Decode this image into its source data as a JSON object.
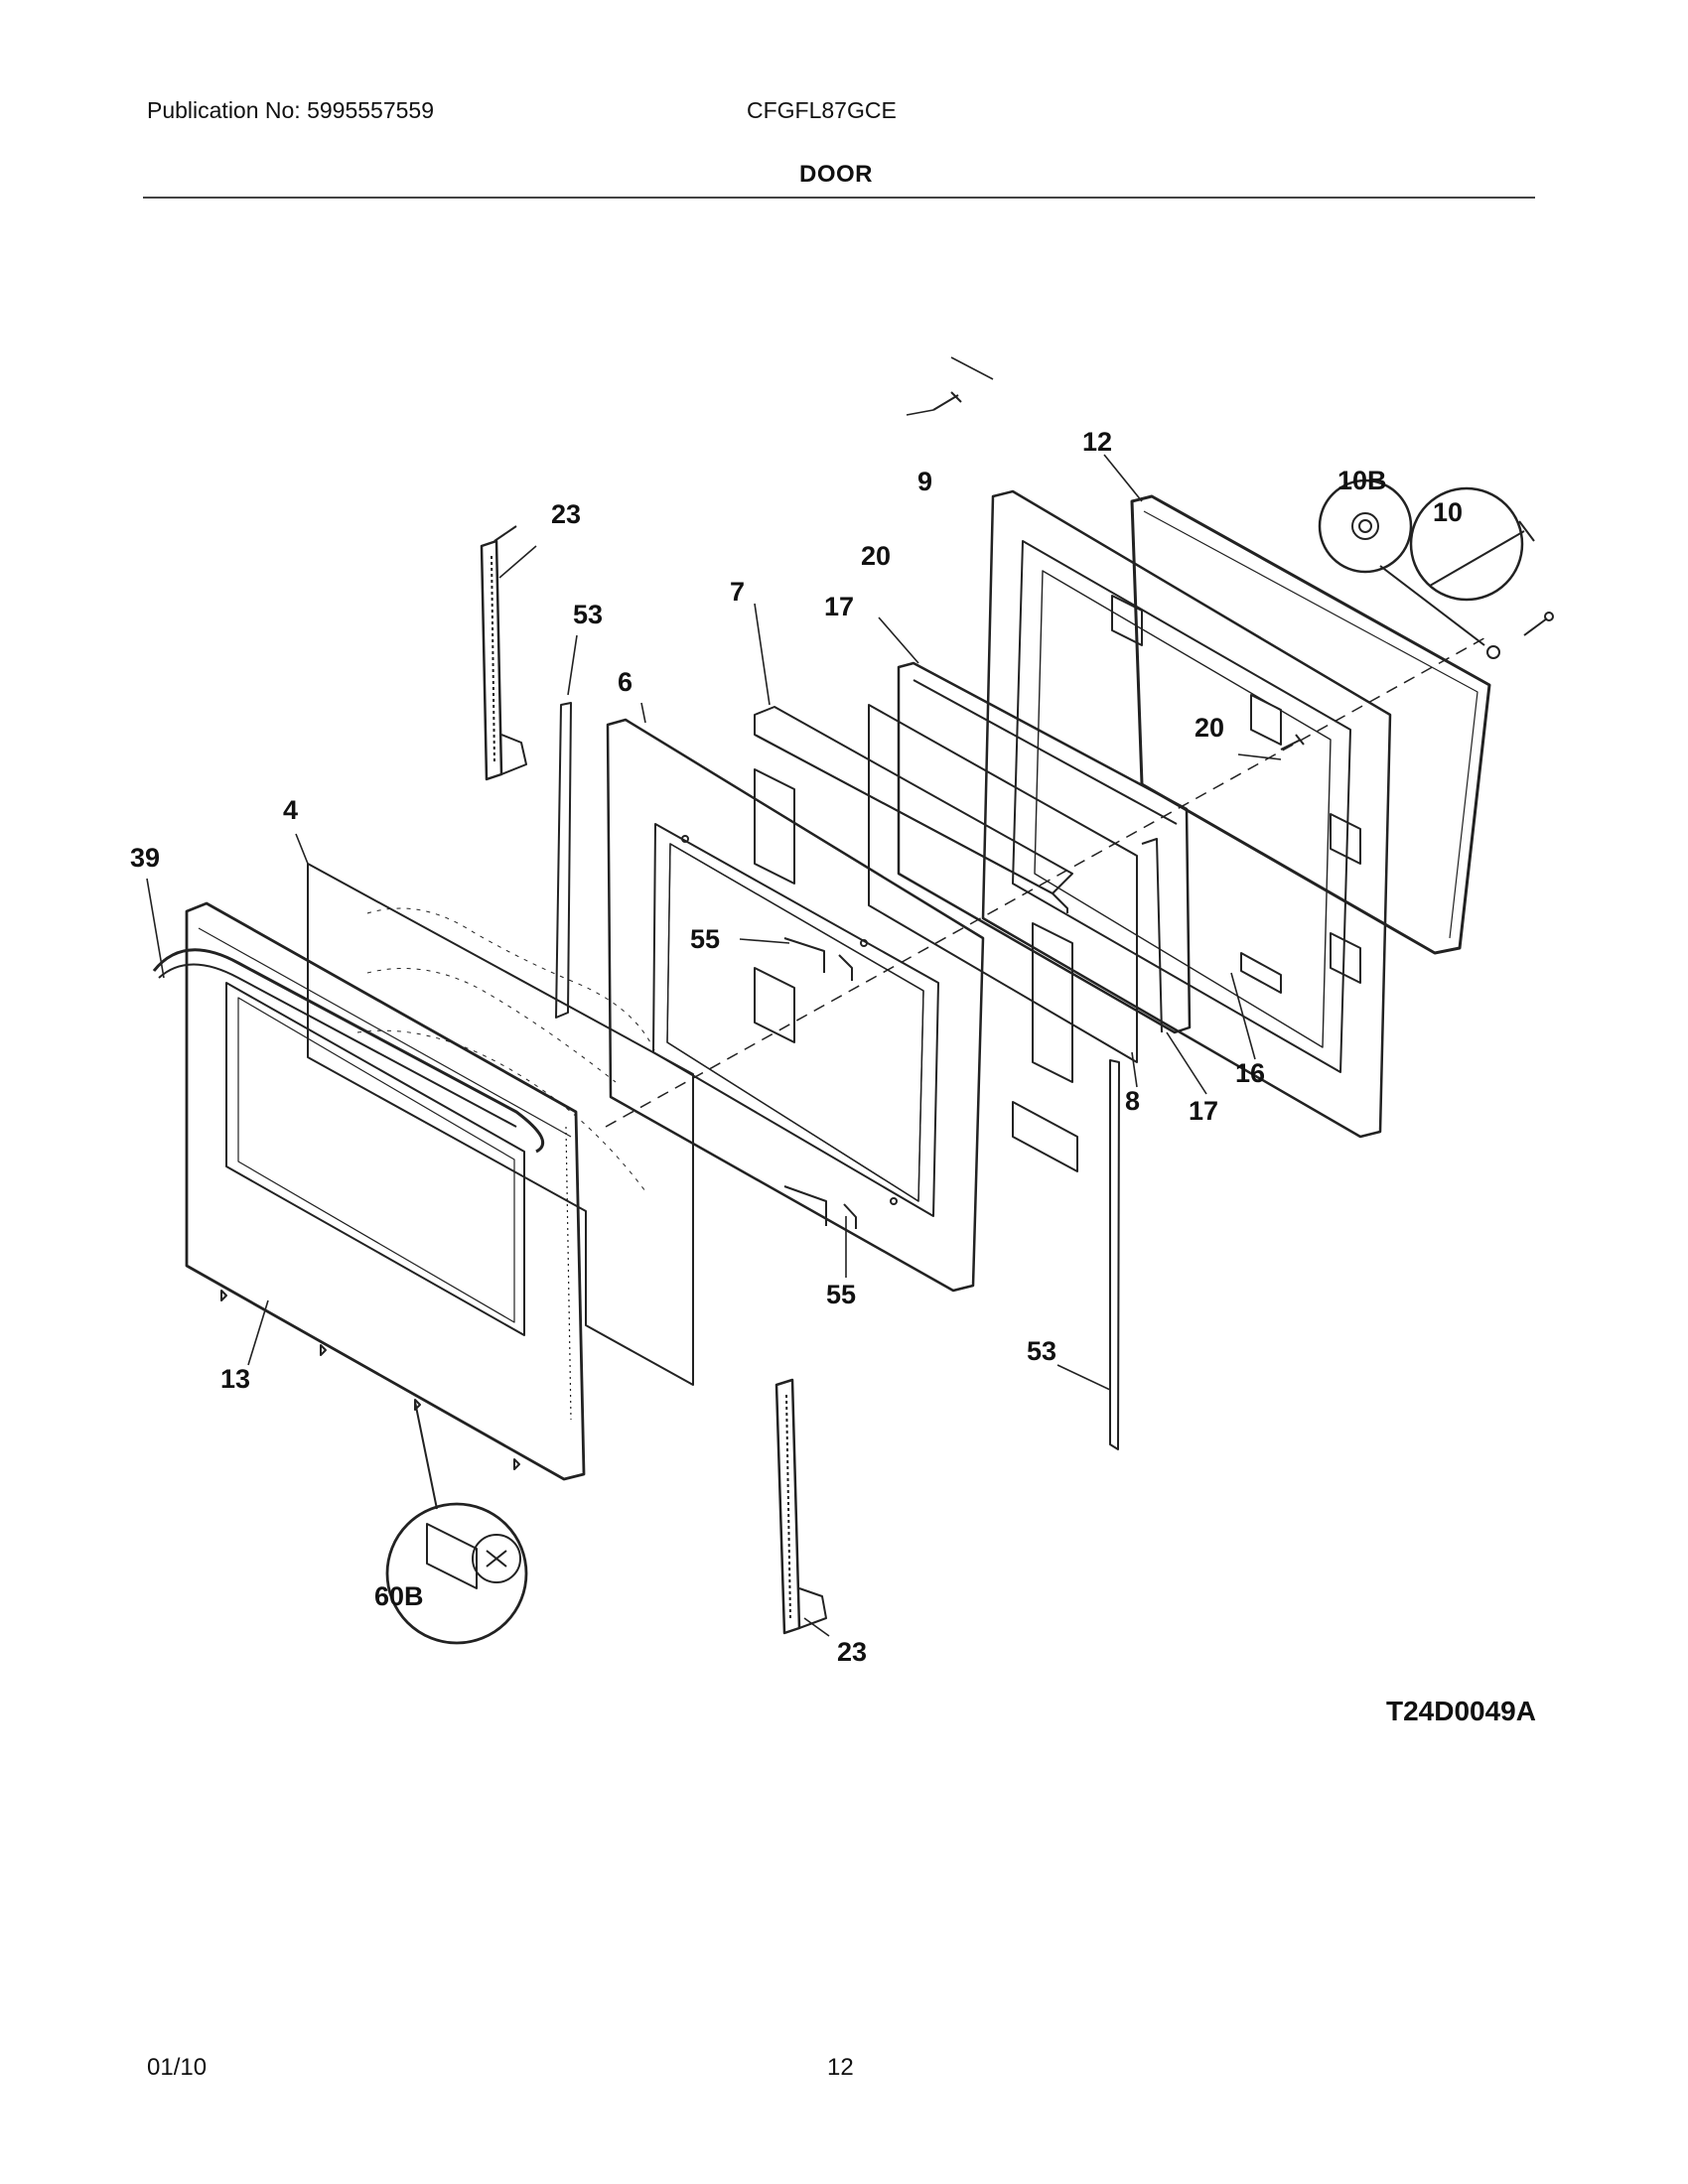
{
  "header": {
    "publication": "Publication No: 5995557559",
    "model": "CFGFL87GCE",
    "section_title": "DOOR"
  },
  "callouts": {
    "c12": "12",
    "c9": "9",
    "c10B": "10B",
    "c10": "10",
    "c23_top": "23",
    "c20_top": "20",
    "c53_top": "53",
    "c7": "7",
    "c17_top": "17",
    "c6": "6",
    "c20_right": "20",
    "c4": "4",
    "c39": "39",
    "c55_mid": "55",
    "c16": "16",
    "c8": "8",
    "c17_bot": "17",
    "c55_bot": "55",
    "c13": "13",
    "c53_bot": "53",
    "c60B": "60B",
    "c23_bot": "23"
  },
  "diagram_code": "T24D0049A",
  "footer": {
    "date": "01/10",
    "page": "12"
  }
}
